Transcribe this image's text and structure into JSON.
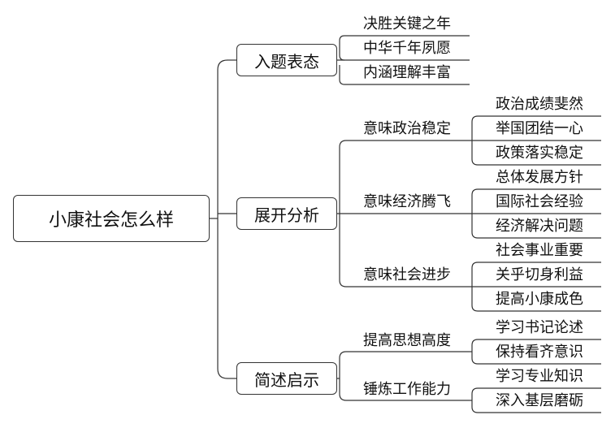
{
  "root": "小康社会怎么样",
  "sections": [
    {
      "label": "入题表态",
      "leaves": [
        "决胜关键之年",
        "中华千年夙愿",
        "内涵理解丰富"
      ]
    },
    {
      "label": "展开分析",
      "groups": [
        {
          "label": "意味政治稳定",
          "leaves": [
            "政治成绩斐然",
            "举国团结一心",
            "政策落实稳定"
          ]
        },
        {
          "label": "意味经济腾飞",
          "leaves": [
            "总体发展方针",
            "国际社会经验",
            "经济解决问题"
          ]
        },
        {
          "label": "意味社会进步",
          "leaves": [
            "社会事业重要",
            "关乎切身利益",
            "提高小康成色"
          ]
        }
      ]
    },
    {
      "label": "简述启示",
      "groups": [
        {
          "label": "提高思想高度",
          "leaves": [
            "学习书记论述",
            "保持看齐意识"
          ]
        },
        {
          "label": "锤炼工作能力",
          "leaves": [
            "学习专业知识",
            "深入基层磨砺"
          ]
        }
      ]
    }
  ]
}
